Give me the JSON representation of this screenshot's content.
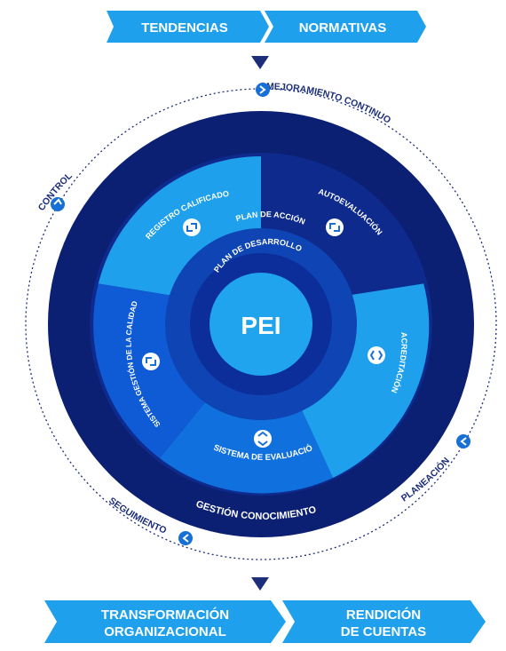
{
  "top_banner": {
    "left": "TENDENCIAS",
    "right": "NORMATIVAS"
  },
  "bottom_banner": {
    "left": [
      "TRANSFORMACIÓN",
      "ORGANIZACIONAL"
    ],
    "right": [
      "RENDICIÓN",
      "DE CUENTAS"
    ]
  },
  "cycle": {
    "mejoramiento": "MEJORAMIENTO CONTINUO",
    "control": "CONTROL",
    "planeacion": "PLANEACIÓN",
    "seguimiento": "SEGUIMIENTO"
  },
  "outer_ring": {
    "label": "GESTIÓN CONOCIMIENTO"
  },
  "segments": {
    "registro": "REGISTRO CALIFICADO",
    "autoevaluacion": "AUTOEVALUACIÓN",
    "acreditacion": "ACREDITACIÓN",
    "sistema_evaluacion": "SISTEMA DE EVALUACIÓN",
    "sistema_gestion": "SISTEMA GESTIÓN DE LA CALIDAD"
  },
  "inner": {
    "plan_accion": "PLAN DE ACCIÓN",
    "plan_desarrollo": "PLAN DE DESARROLLO",
    "center": "PEI"
  },
  "colors": {
    "banner": "#1ea0ec",
    "navy": "#0b1f73",
    "dark_blue": "#0d2a8c",
    "mid_blue": "#0f5bd6",
    "light_blue": "#1ea0ec",
    "inner_blue": "#0e44b3",
    "center": "#20a4ee"
  }
}
